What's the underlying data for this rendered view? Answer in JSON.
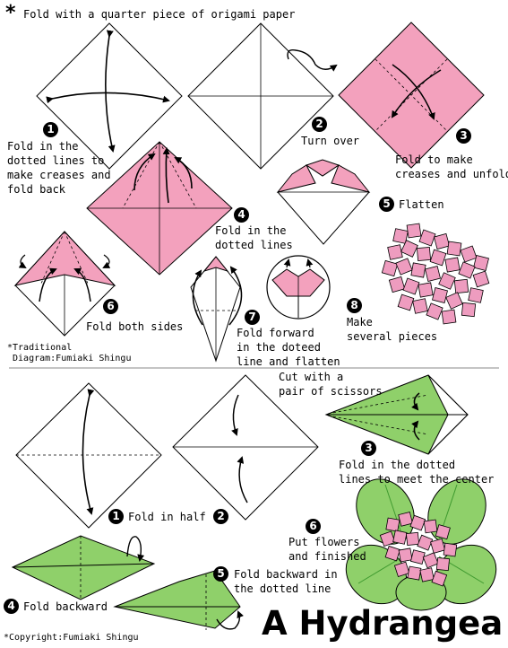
{
  "header": {
    "star": "*",
    "note": "Fold with a quarter piece of origami paper"
  },
  "flower": {
    "steps": [
      {
        "num": "1",
        "text": "Fold in the\ndotted lines to\nmake creases and\nfold back"
      },
      {
        "num": "2",
        "text": "Turn over"
      },
      {
        "num": "3",
        "text": "Fold to make\ncreases and unfold"
      },
      {
        "num": "4",
        "text": "Fold in the\ndotted lines"
      },
      {
        "num": "5",
        "text": "Flatten"
      },
      {
        "num": "6",
        "text": "Fold both sides"
      },
      {
        "num": "7",
        "text": "Fold forward\nin the doteed\nline and flatten"
      },
      {
        "num": "8",
        "text": "Make\nseveral pieces"
      }
    ],
    "credit": "*Traditional\n Diagram:Fumiaki Shingu"
  },
  "leaf": {
    "steps": [
      {
        "num": "1",
        "text": "Fold in half"
      },
      {
        "num": "2",
        "text": "Cut with a\npair of scissors"
      },
      {
        "num": "3",
        "text": "Fold in the dotted\nlines to meet the center"
      },
      {
        "num": "4",
        "text": "Fold backward"
      },
      {
        "num": "5",
        "text": "Fold backward in\nthe dotted line"
      },
      {
        "num": "6",
        "text": "Put flowers\nand finished"
      }
    ]
  },
  "title": "A Hydrangea",
  "copyright": "*Copyright:Fumiaki Shingu",
  "colors": {
    "paper_pink": "#f3a1bd",
    "flower_pink": "#ee9cbf",
    "leaf_green": "#8fd06a",
    "leaf_dark_green": "#3f9a2f",
    "outline": "#000000",
    "divider": "#a0a0a0"
  }
}
